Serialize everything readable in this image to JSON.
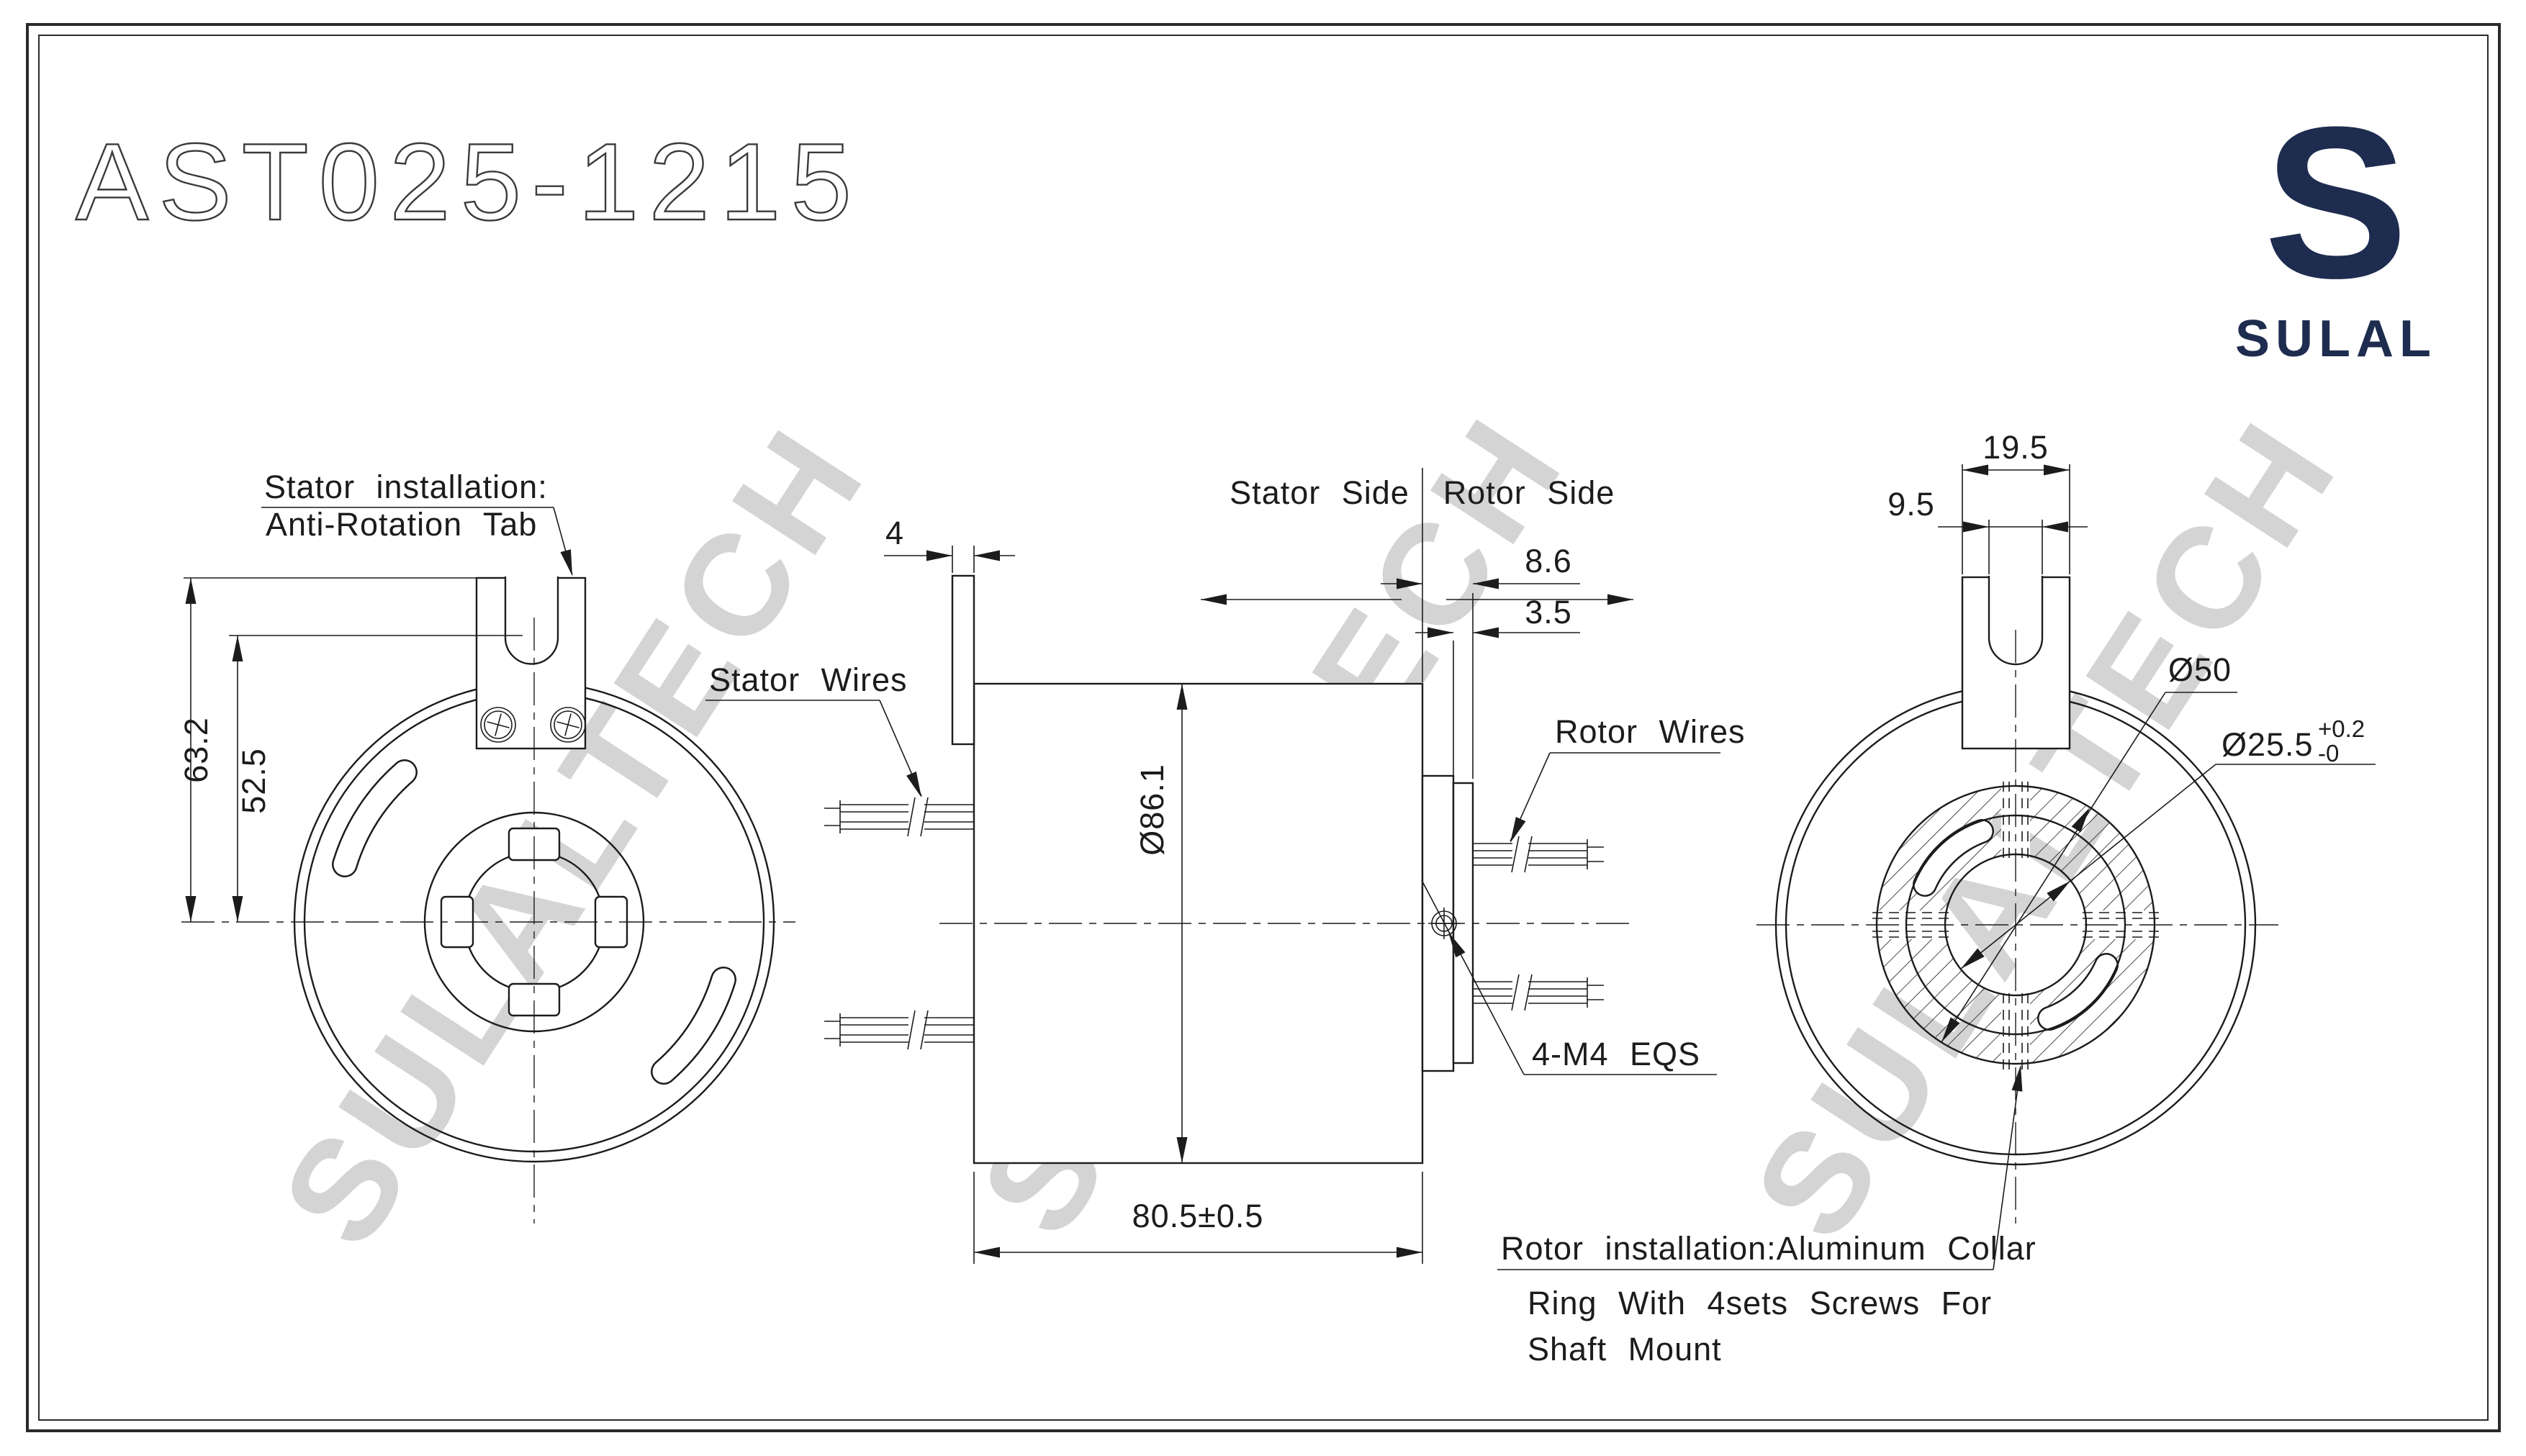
{
  "title": "AST025-1215",
  "brand": {
    "logo_letter": "S",
    "wordmark": "SULAL"
  },
  "watermark": "SULALTECH",
  "colors": {
    "line": "#1c1c1c",
    "brand_navy": "#1e2c4f",
    "watermark_gray": "#d4d4d4"
  },
  "front": {
    "callout_line1": "Stator installation:",
    "callout_line2": "Anti-Rotation Tab",
    "dim_tab_top_to_center": "63.2",
    "dim_slot_to_center": "52.5"
  },
  "side": {
    "dim_tab_thickness": "4",
    "stator_side": "Stator Side",
    "rotor_side": "Rotor Side",
    "dim_rotor_overhang": "8.6",
    "dim_collar_plate": "3.5",
    "stator_wires": "Stator Wires",
    "rotor_wires": "Rotor Wires",
    "dim_body_diameter": "Ø86.1",
    "screw_callout": "4-M4 EQS",
    "dim_body_length": "80.5±0.5"
  },
  "rotor": {
    "dim_tab_width": "19.5",
    "dim_slot_width": "9.5",
    "dim_collar_diameter": "Ø50",
    "dim_bore_diameter": "Ø25.5",
    "bore_tol_upper": "+0.2",
    "bore_tol_lower": "-0",
    "note_line1": "Rotor installation:Aluminum Collar",
    "note_line2": "Ring With 4sets Screws For",
    "note_line3": "Shaft Mount"
  }
}
